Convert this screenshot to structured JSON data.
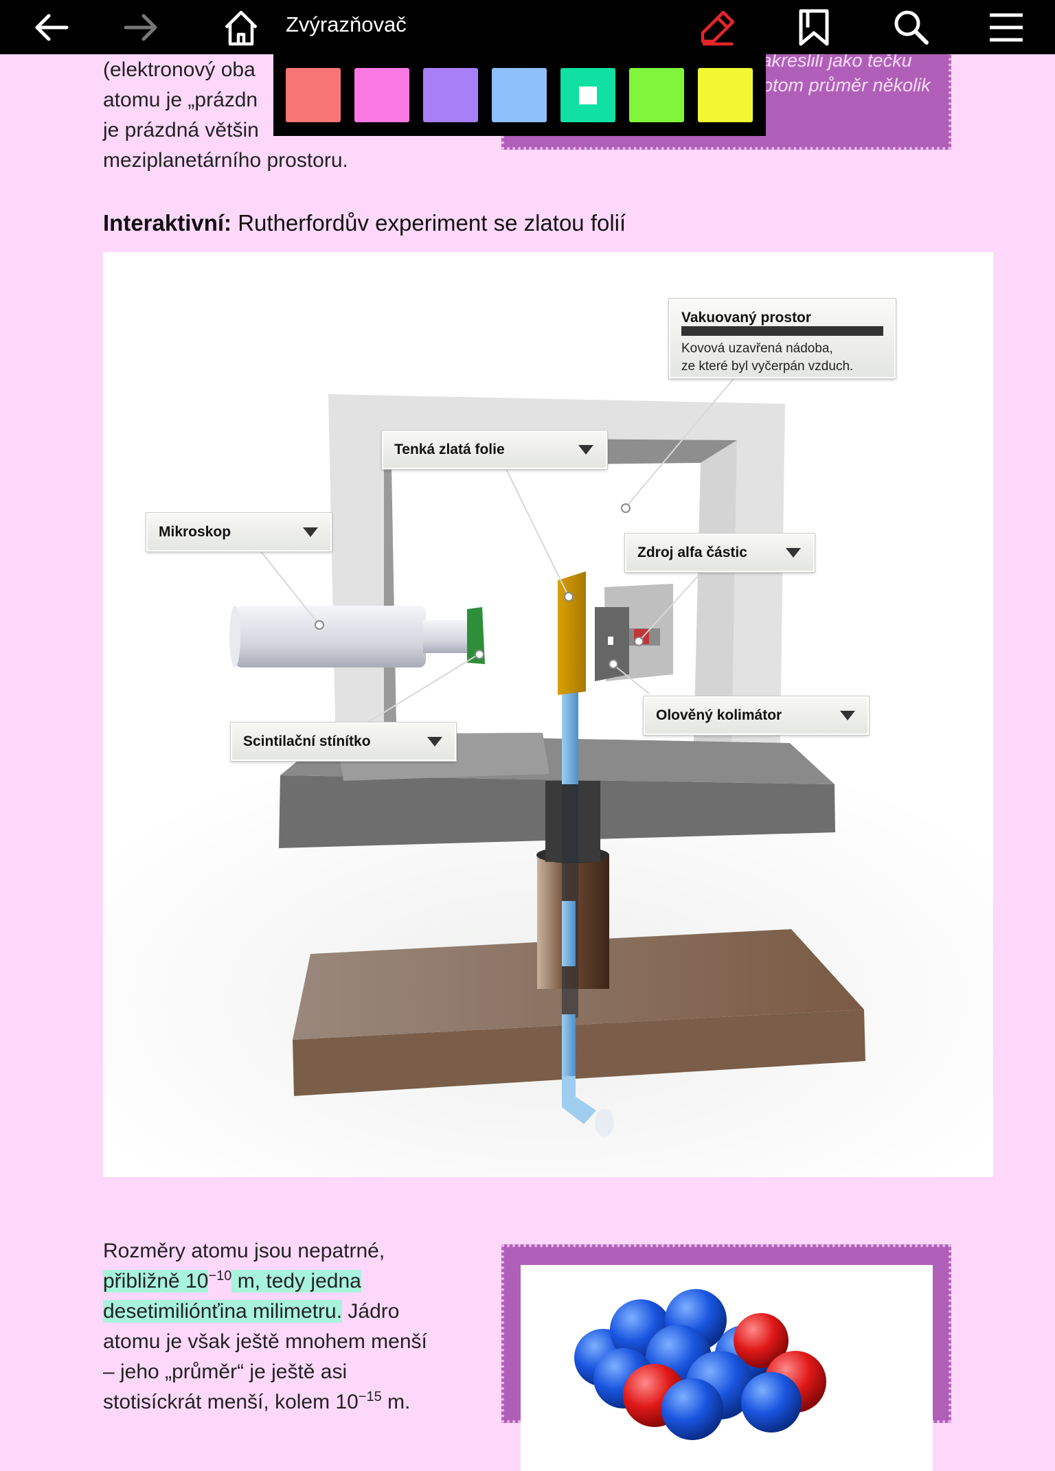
{
  "toolbar": {
    "title": "Zvýrazňovač",
    "back_icon": "arrow-left-icon",
    "forward_icon": "arrow-right-icon",
    "home_icon": "home-icon",
    "highlighter_icon": "highlighter-icon",
    "bookmark_icon": "bookmark-icon",
    "search_icon": "search-icon",
    "menu_icon": "menu-icon",
    "highlighter_color": "#e8252a"
  },
  "palette": {
    "swatches": [
      {
        "name": "red",
        "color": "#f87575",
        "selected": false
      },
      {
        "name": "pink",
        "color": "#fb79e3",
        "selected": false
      },
      {
        "name": "purple",
        "color": "#a77ff6",
        "selected": false
      },
      {
        "name": "blue",
        "color": "#8ec0fb",
        "selected": false
      },
      {
        "name": "teal",
        "color": "#10e0a2",
        "selected": true
      },
      {
        "name": "green",
        "color": "#7ff63c",
        "selected": false
      },
      {
        "name": "yellow",
        "color": "#f1f730",
        "selected": false
      }
    ]
  },
  "top_text": {
    "line1": "(elektronový oba",
    "line2": "atomu je „prázdn",
    "line3": "je prázdná většin",
    "line4": "meziplanetárního prostoru."
  },
  "top_note": {
    "line1": "zakreslili jako tečku",
    "line2": "potom průměr několik"
  },
  "section": {
    "label": "Interaktivní:",
    "title": "Rutherfordův experiment se zlatou folií"
  },
  "diagram": {
    "callouts": {
      "vacuum": {
        "title": "Vakuovaný prostor",
        "desc_line1": "Kovová uzavřená nádoba,",
        "desc_line2": "ze které byl vyčerpán vzduch."
      },
      "gold_foil": "Tenká zlatá folie",
      "microscope": "Mikroskop",
      "alpha_source": "Zdroj alfa částic",
      "collimator": "Olověný kolimátor",
      "screen": "Scintilační stínítko"
    }
  },
  "bottom_text": {
    "line1": "Rozměry atomu jsou nepatrné,",
    "line2_hl_a": "přibližně 10",
    "line2_sup": "−10",
    "line2_hl_b": " m, tedy jedna",
    "line3_hl": "desetimiliónťina milimetru.",
    "line3_rest": " Jádro",
    "line4": "atomu je však ještě mnohem menší",
    "line5": "– jeho „průměr“ je ještě asi",
    "line6_a": "stotisíckrát menší, kolem 10",
    "line6_sup": "−15",
    "line6_b": " m."
  }
}
